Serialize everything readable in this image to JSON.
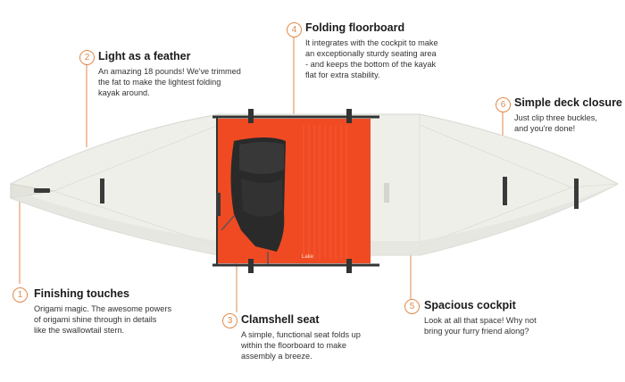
{
  "callouts": [
    {
      "number": "1",
      "title": "Finishing touches",
      "lines": [
        "Origami magic. The awesome powers",
        "of origami shine through in details",
        "like the swallowtail stern."
      ]
    },
    {
      "number": "2",
      "title": "Light as a feather",
      "lines": [
        "An amazing 18 pounds! We've trimmed",
        "the fat to make the lightest folding",
        "kayak around."
      ]
    },
    {
      "number": "3",
      "title": "Clamshell seat",
      "lines": [
        "A simple, functional seat folds up",
        "within the floorboard to make",
        "assembly a breeze."
      ]
    },
    {
      "number": "4",
      "title": "Folding floorboard",
      "lines": [
        "It integrates with the cockpit to make",
        "an exceptionally sturdy seating area",
        "- and keeps the bottom of the kayak",
        "flat for extra stability."
      ]
    },
    {
      "number": "5",
      "title": "Spacious cockpit",
      "lines": [
        "Look at all that space! Why not",
        "bring your furry friend along?"
      ]
    },
    {
      "number": "6",
      "title": "Simple deck closure",
      "lines": [
        "Just clip three buckles,",
        "and you're done!"
      ]
    }
  ],
  "floorboard_logo": "Lake",
  "colors": {
    "accent": "#e08a4a",
    "floorboard": "#f04a23",
    "hull": "#efefea",
    "seat": "#2e2e2e"
  }
}
